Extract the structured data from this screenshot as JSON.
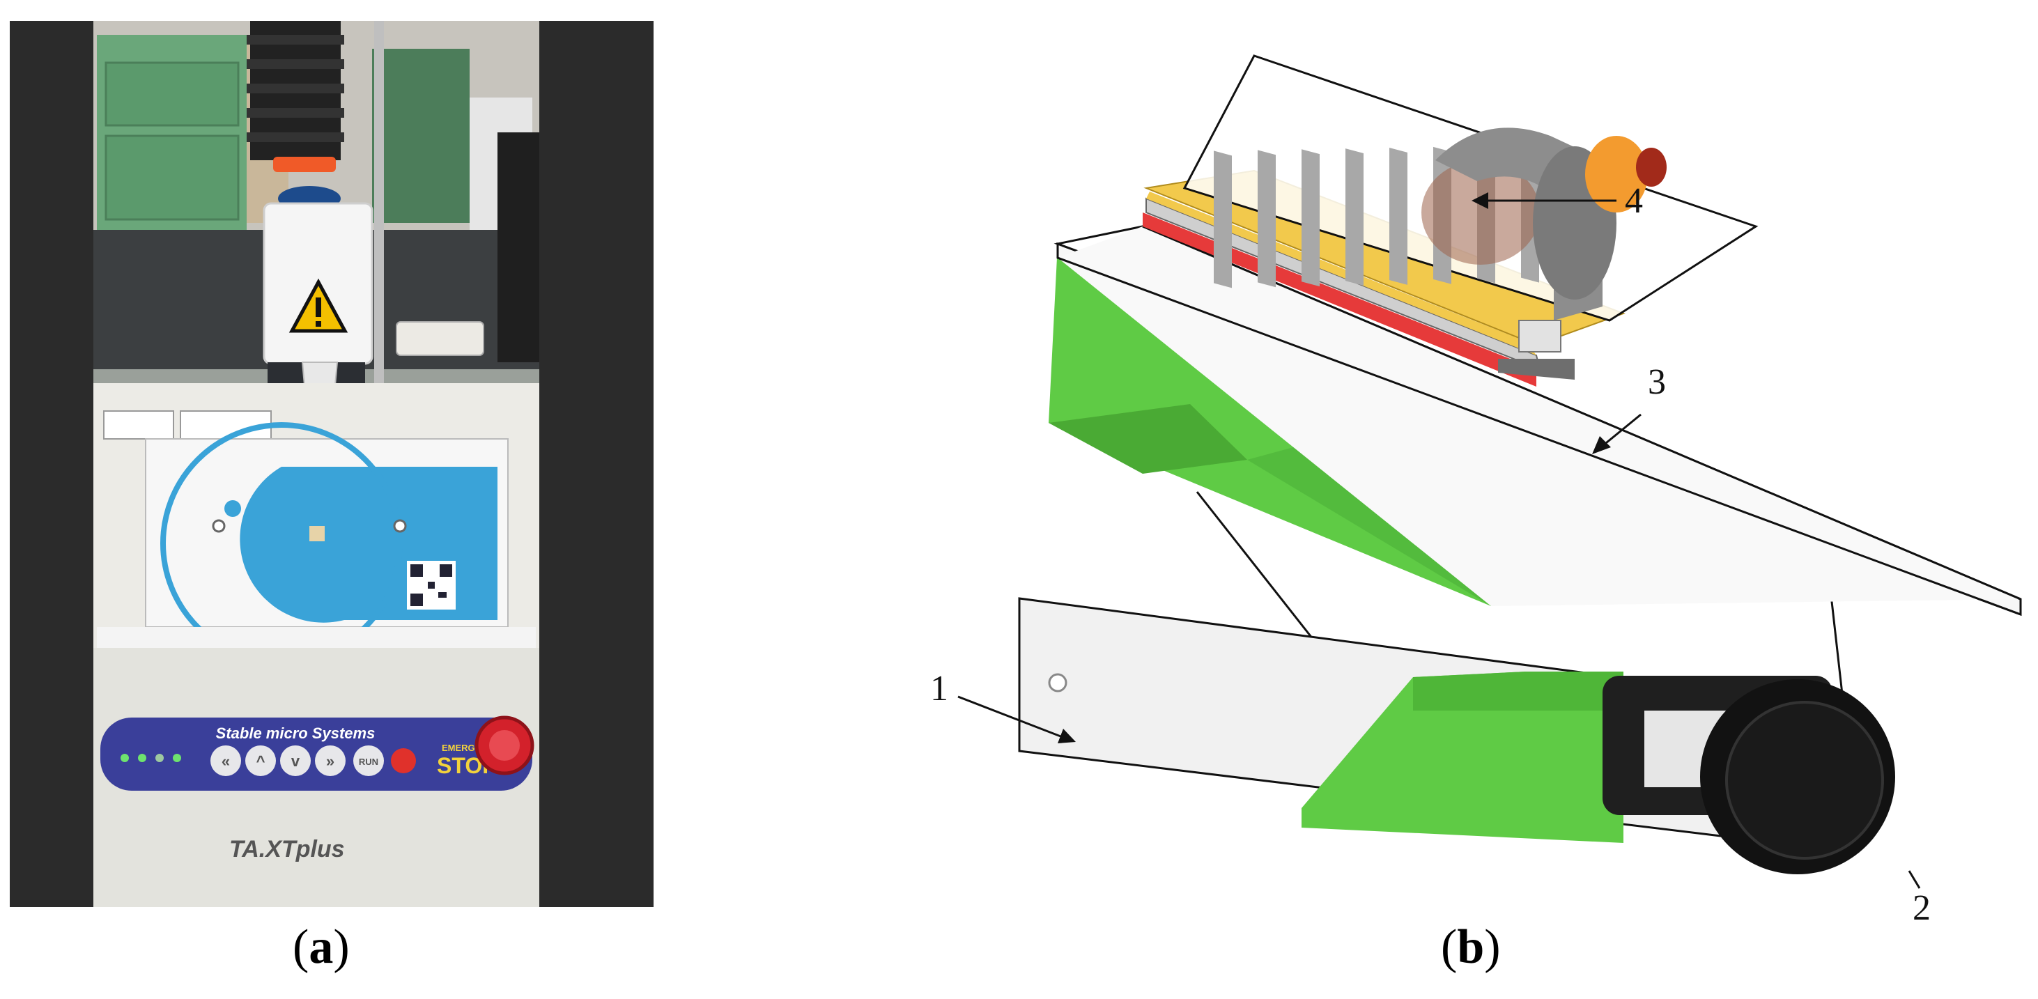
{
  "panel_a": {
    "brand_text": "Stable micro Systems",
    "emergency_label": "EMERGENCY",
    "stop_label": "STOP",
    "keypad_buttons": [
      "«",
      "^",
      "v",
      "»",
      "RUN"
    ],
    "logo_text": "TA.XTplus"
  },
  "panel_b": {
    "callouts": [
      "1",
      "2",
      "3",
      "4"
    ]
  },
  "captions": {
    "a": "a",
    "b": "b"
  },
  "colors": {
    "platform_green": "#5fcb45",
    "plate_white": "#f4f4f4",
    "tread_red": "#e63a3a",
    "tread_yellow": "#f2c94c",
    "slat_gray": "#a8a8a8",
    "panel_blue": "#3a3f9a",
    "pad_blue": "#3aa3d8",
    "knob_black": "#1a1a1a"
  }
}
